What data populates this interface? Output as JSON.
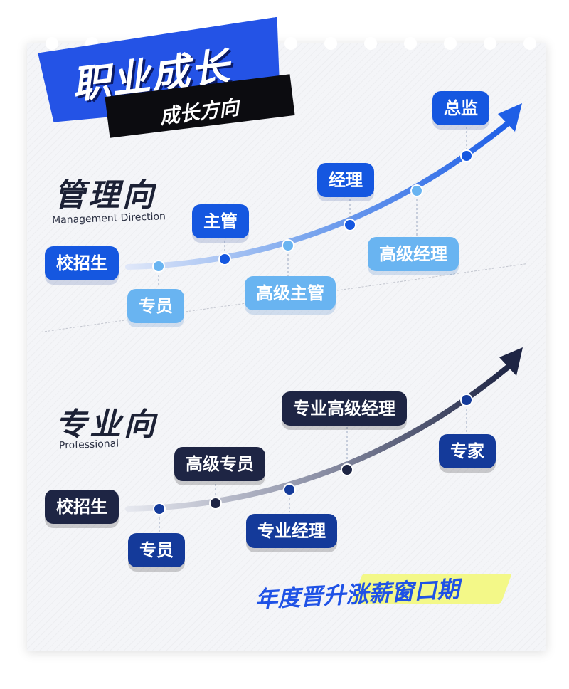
{
  "header": {
    "title": "职业成长",
    "subtitle": "成长方向"
  },
  "management": {
    "title": "管理向",
    "subtitle_en": "Management Direction",
    "nodes": [
      {
        "label": "校招生"
      },
      {
        "label": "专员"
      },
      {
        "label": "主管"
      },
      {
        "label": "高级主管"
      },
      {
        "label": "经理"
      },
      {
        "label": "高级经理"
      },
      {
        "label": "总监"
      }
    ]
  },
  "professional": {
    "title": "专业向",
    "subtitle_en": "Professional",
    "nodes": [
      {
        "label": "校招生"
      },
      {
        "label": "专员"
      },
      {
        "label": "高级专员"
      },
      {
        "label": "专业经理"
      },
      {
        "label": "专业高级经理"
      },
      {
        "label": "专家"
      }
    ]
  },
  "footer": {
    "text": "年度晋升涨薪窗口期"
  },
  "colors": {
    "brand_blue": "#1557e0",
    "light_blue": "#69b4f1",
    "dark_navy": "#1e2544",
    "navy": "#143a9a",
    "highlight_yellow": "#f3f888"
  },
  "icons": [
    "arrow-icon"
  ]
}
